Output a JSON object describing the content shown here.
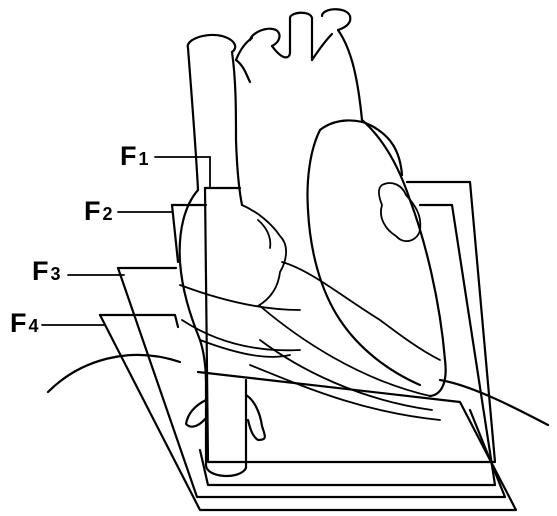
{
  "figure": {
    "planes": [
      {
        "letter": "F",
        "index": "1"
      },
      {
        "letter": "F",
        "index": "2"
      },
      {
        "letter": "F",
        "index": "3"
      },
      {
        "letter": "F",
        "index": "4"
      }
    ]
  },
  "colors": {
    "ink": "#000000",
    "background": "#ffffff"
  }
}
